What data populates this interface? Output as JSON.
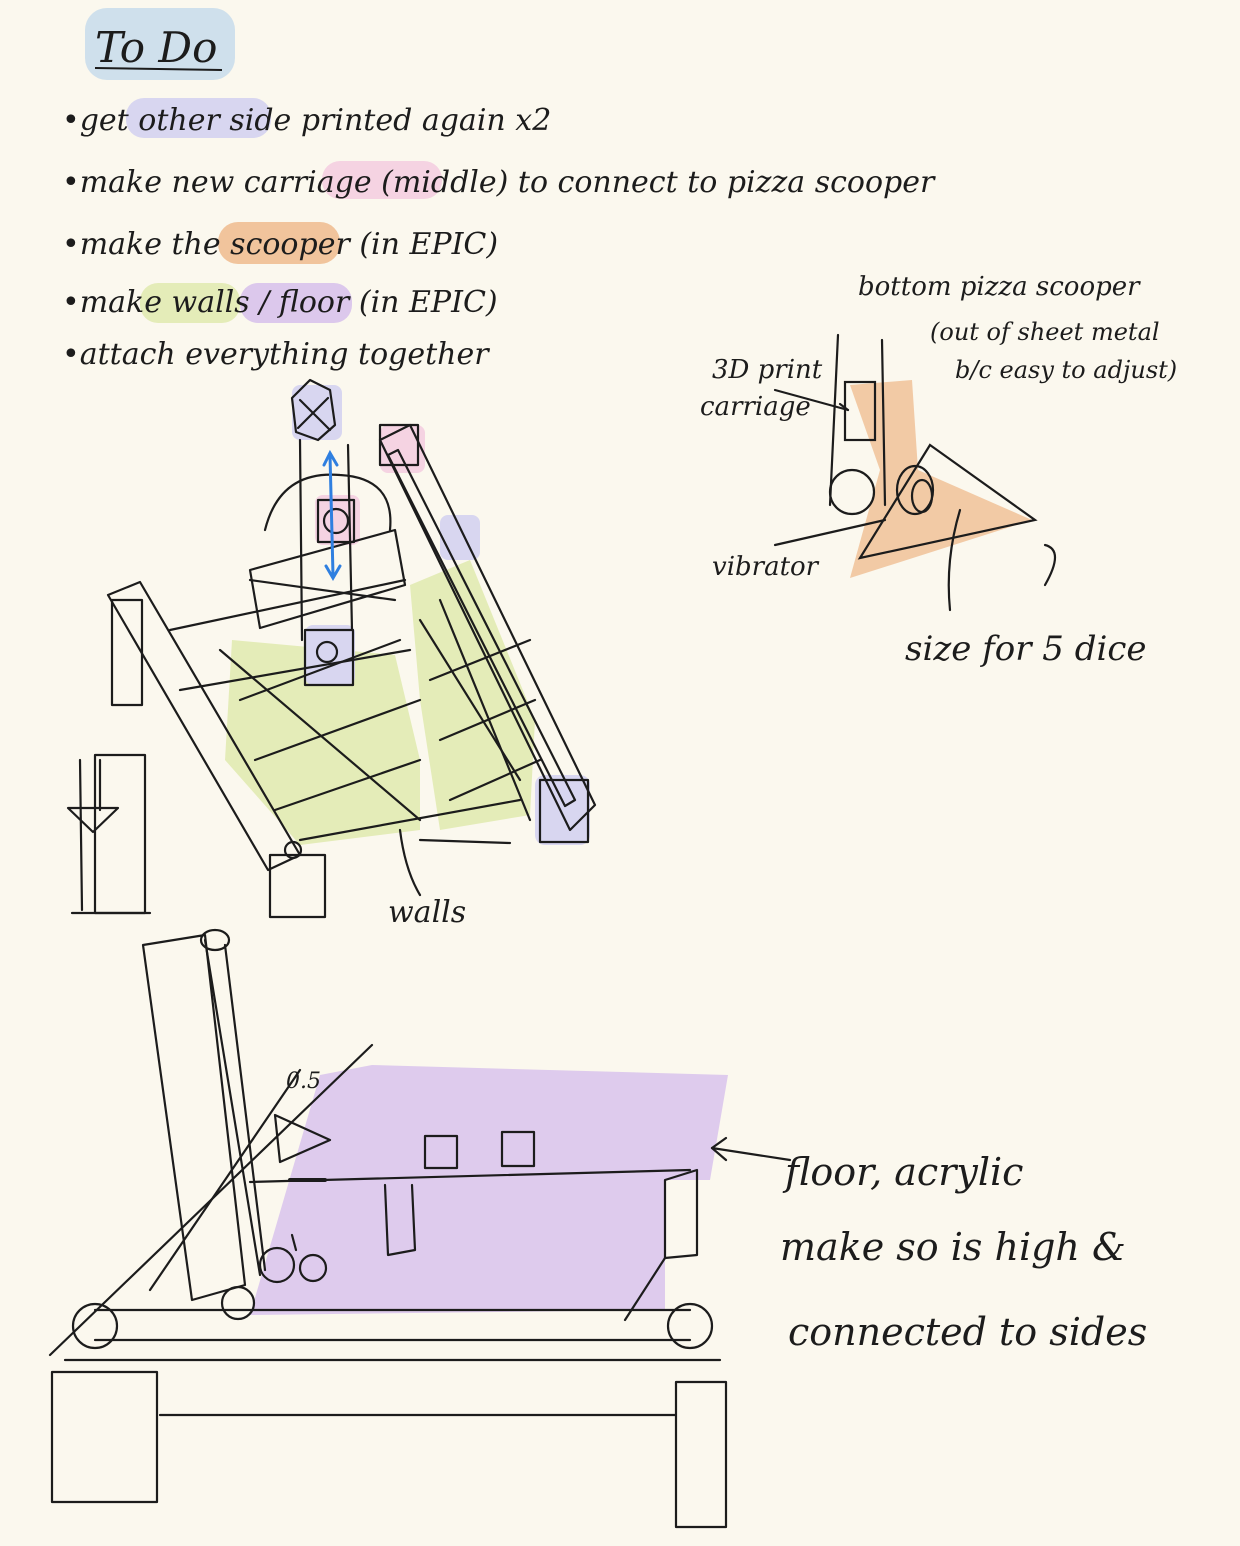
{
  "title": "To Do",
  "todo_items": [
    {
      "pre": "get ",
      "hl": "other side",
      "post": " printed again x2"
    },
    {
      "pre": "make new carriage ",
      "hl": "(middle)",
      "post": " to connect to pizza scooper"
    },
    {
      "pre": "make the ",
      "hl": "scooper",
      "post": " (in EPIC)"
    },
    {
      "pre": "make ",
      "hl": "walls / floor",
      "post": " (in EPIC)"
    },
    {
      "pre": "attach everything together",
      "hl": "",
      "post": ""
    }
  ],
  "scooper_sketch": {
    "title": "bottom pizza scooper",
    "note_1": "(out of sheet metal",
    "note_2": "b/c easy to adjust)",
    "carriage_1": "3D print",
    "carriage_2": "carriage",
    "vibrator": "vibrator",
    "size": "size for 5 dice"
  },
  "walls_label": "walls",
  "dimension_label": "0.5",
  "floor_note": {
    "line_1": "floor, acrylic",
    "line_2": "make so is high &",
    "line_3": "connected to sides"
  },
  "colors": {
    "paper": "#fbf8ee",
    "ink": "#1c1c1c",
    "blue": "#cfe0ec",
    "lavender": "#d8d6f0",
    "pink": "#f5d3e2",
    "orange": "#f1c49c",
    "purple": "#dcc8ec",
    "yellow_green": "#e4ecb8",
    "arrow_blue": "#2f7fe0"
  }
}
